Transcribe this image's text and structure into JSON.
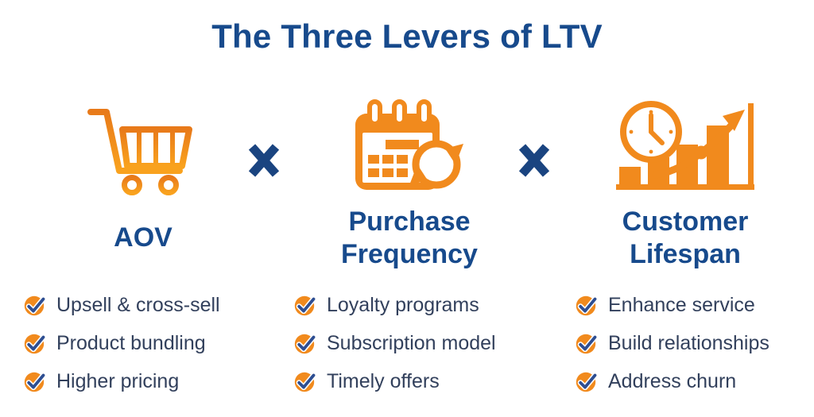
{
  "title": "The Three Levers of LTV",
  "operator": {
    "symbol": "×"
  },
  "colors": {
    "accent_orange": "#F18A1D",
    "heading_blue": "#174A8C",
    "body_text": "#32405C",
    "check_blue": "#2E4E92"
  },
  "columns": [
    {
      "heading": "AOV",
      "icon": "shopping-cart-icon",
      "items": [
        "Upsell & cross-sell",
        "Product bundling",
        "Higher pricing"
      ]
    },
    {
      "heading": "Purchase Frequency",
      "icon": "calendar-recurring-icon",
      "items": [
        "Loyalty programs",
        "Subscription model",
        "Timely offers"
      ]
    },
    {
      "heading": "Customer Lifespan",
      "icon": "growth-chart-clock-icon",
      "items": [
        "Enhance service",
        "Build relationships",
        "Address churn"
      ]
    }
  ]
}
